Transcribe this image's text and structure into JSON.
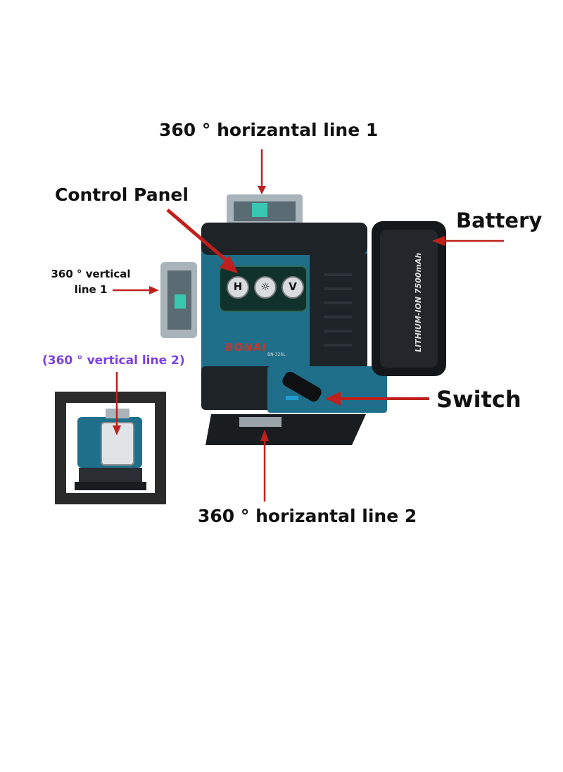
{
  "labels": {
    "horizontal_1": "360 ° horizantal line 1",
    "control_panel": "Control Panel",
    "battery": "Battery",
    "vertical_1_line_a": "360 ° vertical",
    "vertical_1_line_b": "line 1",
    "vertical_2": "(360 ° vertical line 2)",
    "switch": "Switch",
    "horizontal_2": "360 ° horizantal line 2"
  },
  "device": {
    "brand": "BONAI",
    "model": "BN-326L",
    "battery_text": "LITHIUM-ION 7500mAh",
    "buttons": [
      "H",
      "☼",
      "V"
    ]
  },
  "colors": {
    "body_teal": "#1f6f8b",
    "dark_body": "#1e2328",
    "arrow_red": "#c0201c",
    "label_purple": "#7b3fe4",
    "laser_green": "#2fe0c0"
  }
}
